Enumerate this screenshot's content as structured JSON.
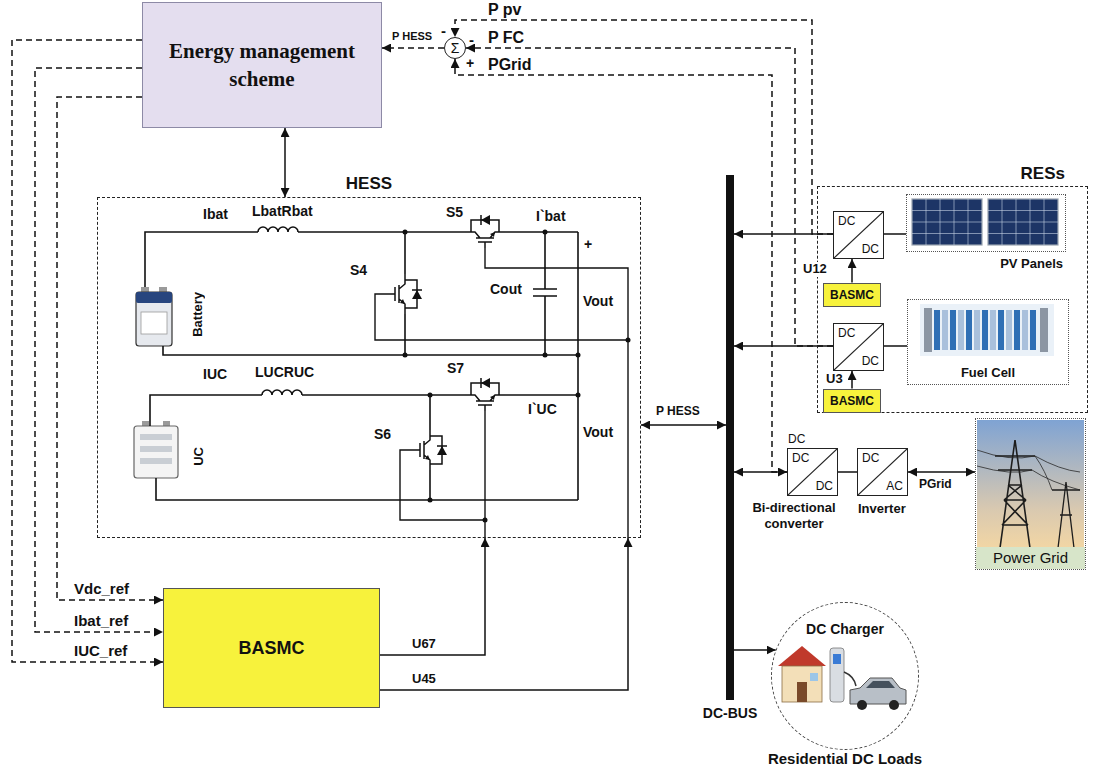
{
  "diagram": {
    "nodes": [
      {
        "text": [
          "Energy management scheme"
        ]
      },
      {
        "text": [
          "HESS"
        ]
      },
      {
        "text": [
          "Battery"
        ],
        "in": 1
      },
      {
        "text": [
          "UC"
        ],
        "in": 1
      },
      {
        "text": [
          "BASMC"
        ]
      },
      {
        "text": [
          "RESs"
        ]
      },
      {
        "text": [
          "DC",
          "DC"
        ],
        "in": 5
      },
      {
        "text": [
          "PV Panels"
        ],
        "in": 5
      },
      {
        "text": [
          "BASMC"
        ],
        "in": 5
      },
      {
        "text": [
          "DC",
          "DC"
        ],
        "in": 5
      },
      {
        "text": [
          "Fuel Cell"
        ],
        "in": 5
      },
      {
        "text": [
          "BASMC"
        ],
        "in": 5
      },
      {
        "text": [
          "DC",
          "DC"
        ]
      },
      {
        "text": [
          "DC",
          "AC"
        ]
      },
      {
        "text": [
          "Power Grid"
        ]
      },
      {
        "text": [
          "DC Charger",
          "Residential DC Loads"
        ]
      },
      {
        "text": [
          "Σ"
        ]
      },
      {
        "text": [
          "DC-BUS"
        ]
      }
    ],
    "edges": [
      {
        "from": 16,
        "to": 0,
        "arrow": "to",
        "label": "P HESS"
      },
      {
        "from": 6,
        "to": 16,
        "arrow": "to",
        "label": "P pv"
      },
      {
        "from": 9,
        "to": 16,
        "arrow": "to",
        "label": "P FC"
      },
      {
        "from": 12,
        "to": 16,
        "arrow": "to",
        "label": "PGrid"
      },
      {
        "from": 0,
        "to": 1,
        "arrow": "both"
      },
      {
        "from": 0,
        "to": 4,
        "arrow": "to",
        "label": "Vdc_ref"
      },
      {
        "from": 0,
        "to": 4,
        "arrow": "to",
        "label": "Ibat_ref"
      },
      {
        "from": 0,
        "to": 4,
        "arrow": "to",
        "label": "IUC_ref"
      },
      {
        "from": 4,
        "to": 1,
        "arrow": "to",
        "label": "U67"
      },
      {
        "from": 4,
        "to": 1,
        "arrow": "to",
        "label": "U45"
      },
      {
        "from": 1,
        "to": 17,
        "arrow": "both",
        "label": "P HESS"
      },
      {
        "from": 6,
        "to": 17,
        "arrow": "to"
      },
      {
        "from": 7,
        "to": 6,
        "arrow": "none"
      },
      {
        "from": 8,
        "to": 6,
        "arrow": "to",
        "label": "U12"
      },
      {
        "from": 9,
        "to": 17,
        "arrow": "to"
      },
      {
        "from": 10,
        "to": 9,
        "arrow": "none"
      },
      {
        "from": 11,
        "to": 9,
        "arrow": "to",
        "label": "U3"
      },
      {
        "from": 17,
        "to": 12,
        "arrow": "both"
      },
      {
        "from": 12,
        "to": 13,
        "arrow": "none"
      },
      {
        "from": 13,
        "to": 14,
        "arrow": "both",
        "label": "PGrid"
      },
      {
        "from": 17,
        "to": 15,
        "arrow": "to"
      }
    ],
    "labels": [
      "-",
      "-",
      "+",
      "Ibat",
      "LbatRbat",
      "I`bat",
      "+",
      "S4",
      "S5",
      "Cout",
      "Vout",
      "IUC",
      "LUCRUC",
      "I`UC",
      "S7",
      "S6",
      "Vout",
      "DC",
      "Bi-directional converter",
      "Inverter"
    ]
  }
}
